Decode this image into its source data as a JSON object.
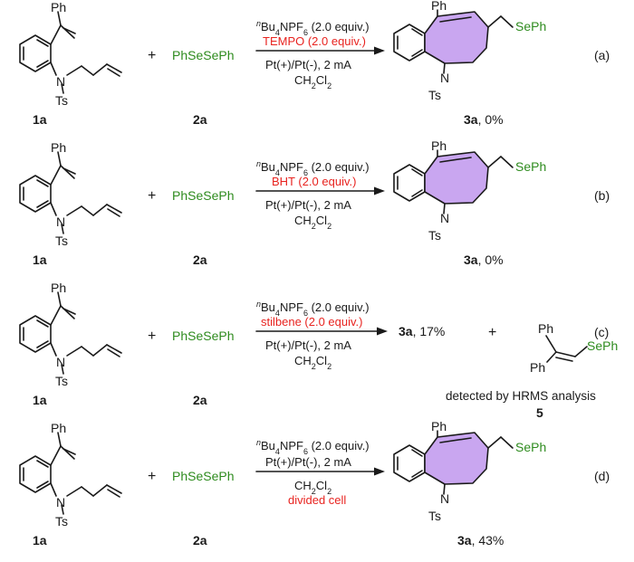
{
  "colors": {
    "reagent_green": "#2e8b1e",
    "highlight_red": "#e8231f",
    "ring_fill": "#c9a6f0",
    "ink": "#1a1a1a"
  },
  "labels": {
    "ph": "Ph",
    "ts": "Ts",
    "n": "N",
    "plus": "+",
    "seph": "SePh",
    "reagent": "PhSeSePh",
    "sm_label": "1a",
    "reagent_label": "2a",
    "cond_salt_prefix": "Bu",
    "cond_salt_n": "n",
    "cond_salt_sub4": "4",
    "cond_salt_mid": "NPF",
    "cond_salt_sub6": "6",
    "cond_salt_suffix": " (2.0 equiv.)",
    "cond_electrodes": "Pt(+)/Pt(-), 2 mA",
    "cond_solvent_prefix": "CH",
    "cond_solvent_sub2": "2",
    "cond_solvent_mid": "Cl",
    "cond_solvent_sub2b": "2",
    "product_label": "3a"
  },
  "rows": [
    {
      "tag": "(a)",
      "additive": "TEMPO (2.0 equiv.)",
      "product_yield": ", 0%"
    },
    {
      "tag": "(b)",
      "additive": "BHT (2.0 equiv.)",
      "product_yield": ", 0%"
    },
    {
      "tag": "(c)",
      "additive": "stilbene (2.0 equiv.)",
      "product_yield": ", 17%",
      "plus": "+",
      "detected_note": "detected by HRMS analysis",
      "byproduct_label": "5"
    },
    {
      "tag": "(d)",
      "extra_condition": "divided cell",
      "product_yield": ", 43%"
    }
  ]
}
